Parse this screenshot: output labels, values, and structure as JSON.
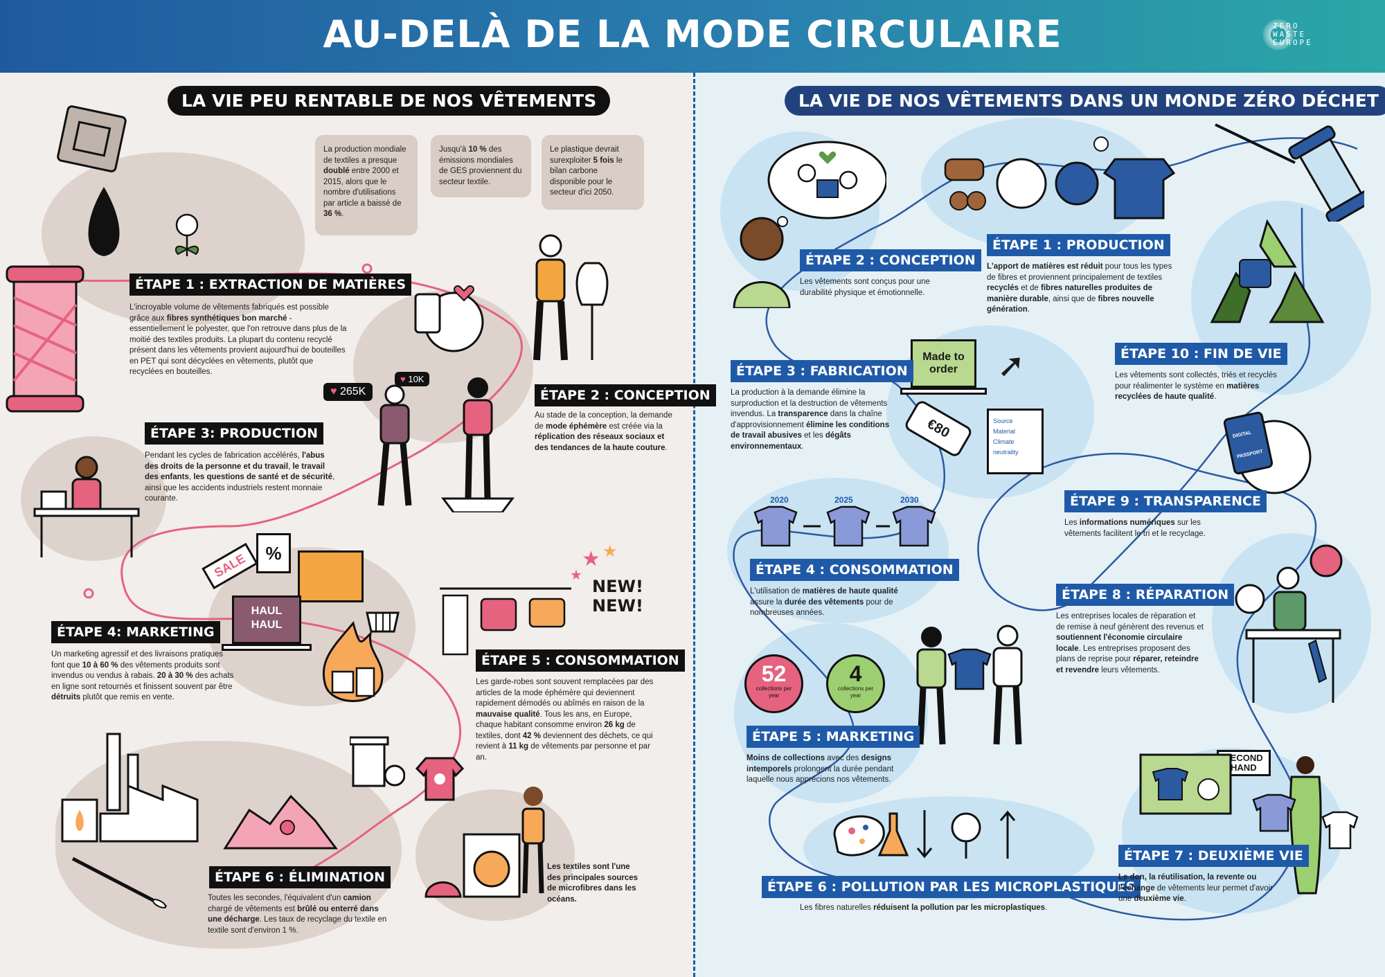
{
  "header": {
    "title": "AU-DELÀ DE LA MODE CIRCULAIRE",
    "logo_text": [
      "ZERO",
      "WASTE",
      "EUROPE"
    ]
  },
  "colors": {
    "left_background": "#f1eeeb",
    "right_background": "#e6f1f6",
    "accent_pink": "#e5637f",
    "accent_blue": "#1f5aa8",
    "banner_start": "#1f5a9e",
    "banner_end": "#2aa7a6"
  },
  "left": {
    "title": "LA VIE PEU RENTABLE DE NOS VÊTEMENTS",
    "facts": [
      {
        "pre": "La production mondiale de textiles a presque ",
        "b1": "doublé",
        "mid": " entre 2000 et 2015, alors que le nombre d'utilisations par article a baissé de ",
        "b2": "36 %",
        "post": "."
      },
      {
        "pre": "Jusqu'à ",
        "b1": "10 %",
        "mid": " des émissions mondiales de GES proviennent du secteur textile.",
        "b2": "",
        "post": ""
      },
      {
        "pre": "Le plastique devrait surexploiter ",
        "b1": "5 fois",
        "mid": " le bilan carbone disponible pour le secteur d'ici 2050.",
        "b2": "",
        "post": ""
      }
    ],
    "steps": {
      "s1": {
        "label": "ÉTAPE 1 : EXTRACTION DE MATIÈRES",
        "t1": "L'incroyable volume de vêtements fabriqués est possible grâce aux ",
        "b1": "fibres synthétiques bon marché",
        "t2": " - essentiellement le polyester, que l'on retrouve dans plus de la moitié des textiles produits. La plupart du contenu recyclé présent dans les vêtements provient aujourd'hui de bouteilles en PET qui sont décyclées en vêtements, plutôt que recyclées en bouteilles."
      },
      "s2": {
        "label": "ÉTAPE 2 : CONCEPTION",
        "t1": "Au stade de la conception, la demande de ",
        "b1": "mode éphémère",
        "t2": " est créée via la ",
        "b2": "réplication des réseaux sociaux et des tendances de la haute couture",
        "t3": "."
      },
      "s3": {
        "label": "ÉTAPE 3: PRODUCTION",
        "t1": "Pendant les cycles de fabrication accélérés, ",
        "b1": "l'abus des droits de la personne et du travail",
        "t2": ", ",
        "b2": "le travail des enfants",
        "t3": ", ",
        "b3": "les questions de santé et de sécurité",
        "t4": ", ainsi que les accidents industriels restent monnaie courante."
      },
      "s4": {
        "label": "ÉTAPE 4: MARKETING",
        "t1": "Un marketing agressif et des livraisons pratiques font que ",
        "b1": "10 à 60 %",
        "t2": " des vêtements produits sont invendus ou vendus à rabais. ",
        "b2": "20 à 30 %",
        "t3": " des achats en ligne sont retournés et finissent souvent par être ",
        "b3": "détruits",
        "t4": " plutôt que remis en vente."
      },
      "s5": {
        "label": "ÉTAPE 5 : CONSOMMATION",
        "t1": "Les garde-robes sont souvent remplacées par des articles de la mode éphémère qui deviennent rapidement démodés ou abîmés en raison de la ",
        "b1": "mauvaise qualité",
        "t2": ". Tous les ans, en Europe, chaque habitant consomme environ ",
        "b2": "26 kg",
        "t3": " de textiles, dont ",
        "b3": "42 %",
        "t4": " deviennent des déchets, ce qui revient à ",
        "b4": "11 kg",
        "t5": " de vêtements par personne et par an."
      },
      "s6": {
        "label": "ÉTAPE 6 : ÉLIMINATION",
        "t1": "Toutes les secondes, l'équivalent d'un ",
        "b1": "camion",
        "t2": " chargé de vêtements est ",
        "b2": "brûlé ou enterré dans une décharge",
        "t3": ". Les taux de recyclage du textile en textile sont d'environ 1 %."
      }
    },
    "microfibres_note": "Les textiles sont l'une des principales sources de microfibres dans les océans.",
    "social": {
      "likes_big": "265K",
      "likes_small": "10K"
    },
    "badges": {
      "sale": "SALE",
      "haul_1": "HAUL",
      "haul_2": "HAUL",
      "new_1": "NEW!",
      "new_2": "NEW!",
      "percent": "%"
    }
  },
  "right": {
    "title": "LA VIE DE NOS VÊTEMENTS DANS UN MONDE ZÉRO DÉCHET",
    "steps": {
      "s1": {
        "label": "ÉTAPE 1 : PRODUCTION",
        "b1": "L'apport de matières est réduit",
        "t1": " pour tous les types de fibres et proviennent principalement de textiles ",
        "b2": "recyclés",
        "t2": " et de ",
        "b3": "fibres naturelles produites de manière durable",
        "t3": ", ainsi que de ",
        "b4": "fibres nouvelle génération",
        "t4": "."
      },
      "s2": {
        "label": "ÉTAPE 2 : CONCEPTION",
        "t1": "Les vêtements sont conçus pour une durabilité physique et émotionnelle."
      },
      "s3": {
        "label": "ÉTAPE 3 : FABRICATION",
        "t1": "La production à la demande élimine la surproduction et la destruction de vêtements invendus. La ",
        "b1": "transparence",
        "t2": " dans la chaîne d'approvisionnement ",
        "b2": "élimine les conditions de travail abusives",
        "t3": " et les ",
        "b3": "dégâts environnementaux",
        "t4": "."
      },
      "s4": {
        "label": "ÉTAPE 4 : CONSOMMATION",
        "t1": "L'utilisation de ",
        "b1": "matières de haute qualité",
        "t2": " assure la ",
        "b2": "durée des vêtements",
        "t3": " pour de nombreuses années."
      },
      "s5": {
        "label": "ÉTAPE 5 : MARKETING",
        "b1": "Moins de collections",
        "t1": " avec des ",
        "b2": "designs intemporels",
        "t2": " prolongent la durée pendant laquelle nous apprécions nos vêtements."
      },
      "s6": {
        "label": "ÉTAPE 6 : POLLUTION PAR LES MICROPLASTIQUES",
        "t1": "Les fibres naturelles ",
        "b1": "réduisent la pollution par les microplastiques",
        "t2": "."
      },
      "s7": {
        "label": "ÉTAPE 7 : DEUXIÈME VIE",
        "b1": "Le don, la réutilisation, la revente ou l'échange",
        "t1": " de vêtements leur permet d'avoir une ",
        "b2": "deuxième vie",
        "t2": "."
      },
      "s8": {
        "label": "ÉTAPE 8 : RÉPARATION",
        "t1": "Les entreprises locales de réparation et de remise à neuf génèrent des revenus et ",
        "b1": "soutiennent l'économie circulaire locale",
        "t2": ". Les entreprises proposent des plans de reprise pour ",
        "b2": "réparer, reteindre et revendre",
        "t3": " leurs vêtements."
      },
      "s9": {
        "label": "ÉTAPE 9 : TRANSPARENCE",
        "t1": "Les ",
        "b1": "informations numériques",
        "t2": " sur les vêtements facilitent le tri et le recyclage."
      },
      "s10": {
        "label": "ÉTAPE 10 : FIN DE VIE",
        "t1": "Les vêtements sont collectés, triés et recyclés pour réalimenter le système en ",
        "b1": "matières recyclées de haute qualité",
        "t2": "."
      }
    },
    "made_to_order": [
      "Made to",
      "order"
    ],
    "price_tag": "€80",
    "product_info": [
      "Source",
      "Material",
      "Climate neutrality"
    ],
    "years": [
      "2020",
      "2025",
      "2030"
    ],
    "collections": {
      "before_num": "52",
      "before_txt": "collections per year",
      "after_num": "4",
      "after_txt": "collections per year"
    },
    "second_hand": [
      "SECOND",
      "HAND"
    ],
    "passport": [
      "DIGITAL",
      "PASSPORT"
    ]
  }
}
